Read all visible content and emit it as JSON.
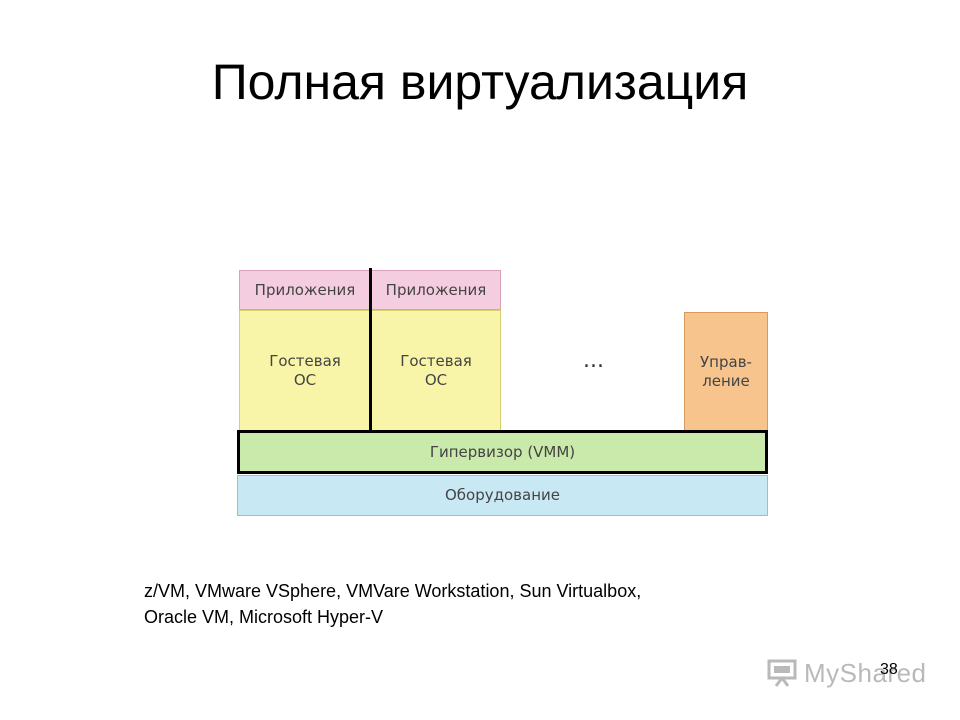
{
  "slide": {
    "title": "Полная виртуализация",
    "caption_lines": [
      "z/VM, VMware VSphere, VMVare Workstation, Sun Virtualbox,",
      "Oracle VM, Microsoft Hyper-V"
    ],
    "slide_number": "38"
  },
  "diagram": {
    "apps": [
      "Приложения",
      "Приложения"
    ],
    "guests": [
      "Гостевая\nОС",
      "Гостевая\nОС"
    ],
    "ellipsis": "...",
    "management": "Управ-\nление",
    "hypervisor": "Гипервизор (VMM)",
    "hardware": "Оборудование",
    "colors": {
      "apps": "#f5cde0",
      "guest": "#f9f5a8",
      "management": "#f7c48e",
      "hypervisor": "#c9eaaa",
      "hardware": "#c8e8f3"
    }
  },
  "watermark": {
    "text": "MyShared",
    "icon": "presentation-screen-icon"
  }
}
